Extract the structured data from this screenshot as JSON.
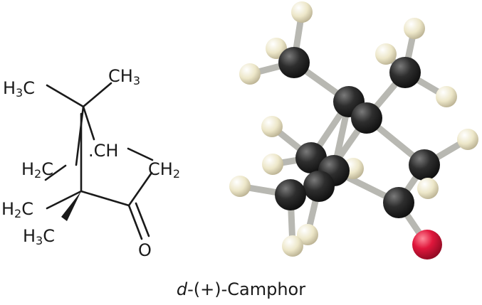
{
  "structure": {
    "labels": {
      "h3c_top": {
        "sym": "H",
        "sub": "3",
        "sym2": "C"
      },
      "ch3_top": {
        "sym": "CH",
        "sub": "3"
      },
      "ch_bridge": {
        "sym": "CH",
        "dot": "."
      },
      "h2c_upper": {
        "sym": "H",
        "sub": "2",
        "sym2": "C"
      },
      "ch2_right": {
        "sym": "CH",
        "sub": "2"
      },
      "h2c_lower": {
        "sym": "H",
        "sub": "2",
        "sym2": "C"
      },
      "h3c_bottom": {
        "sym": "H",
        "sub": "3",
        "sym2": "C"
      },
      "oxygen": "O"
    }
  },
  "model": {
    "colors": {
      "carbon": "#2b2b2b",
      "hydrogen": "#ece6c8",
      "oxygen": "#e0173c",
      "bond": "#b8b8b2"
    }
  },
  "caption": {
    "prefix": "d",
    "rest": "-(+)-Camphor"
  }
}
